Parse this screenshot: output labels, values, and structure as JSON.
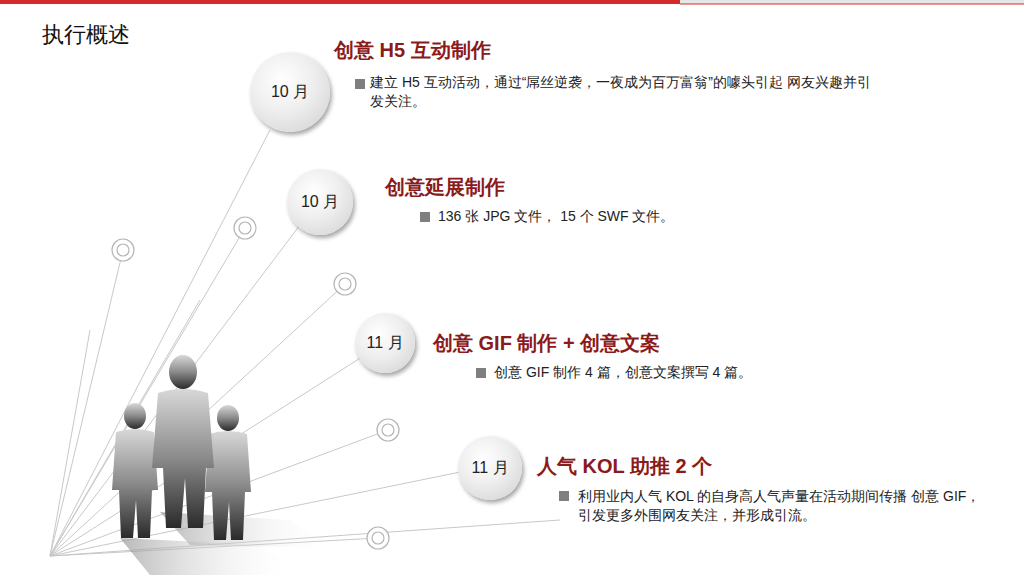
{
  "diagram": {
    "title": "执行概述",
    "nodes": [
      {
        "text": [
          "10 月"
        ]
      },
      {
        "text": [
          "10 月"
        ]
      },
      {
        "text": [
          "11 月"
        ]
      },
      {
        "text": [
          "11 月"
        ]
      }
    ],
    "labels": [
      "创意 H5 互动制作",
      "建立 H5 互动活动，通过“屌丝逆袭，一夜成为百万富翁”的噱头引起 网友兴趣并引发关注。",
      "创意延展制作",
      "136 张 JPG 文件， 15 个 SWF 文件。",
      "创意 GIF 制作 + 创意文案",
      "创意 GIF 制作 4 篇，创意文案撰写 4 篇。",
      "人气 KOL 助推 2 个",
      "利用业内人气 KOL 的自身高人气声量在活动期间传播 创意 GIF，引发更多外围网友关注，并形成引流。"
    ]
  }
}
